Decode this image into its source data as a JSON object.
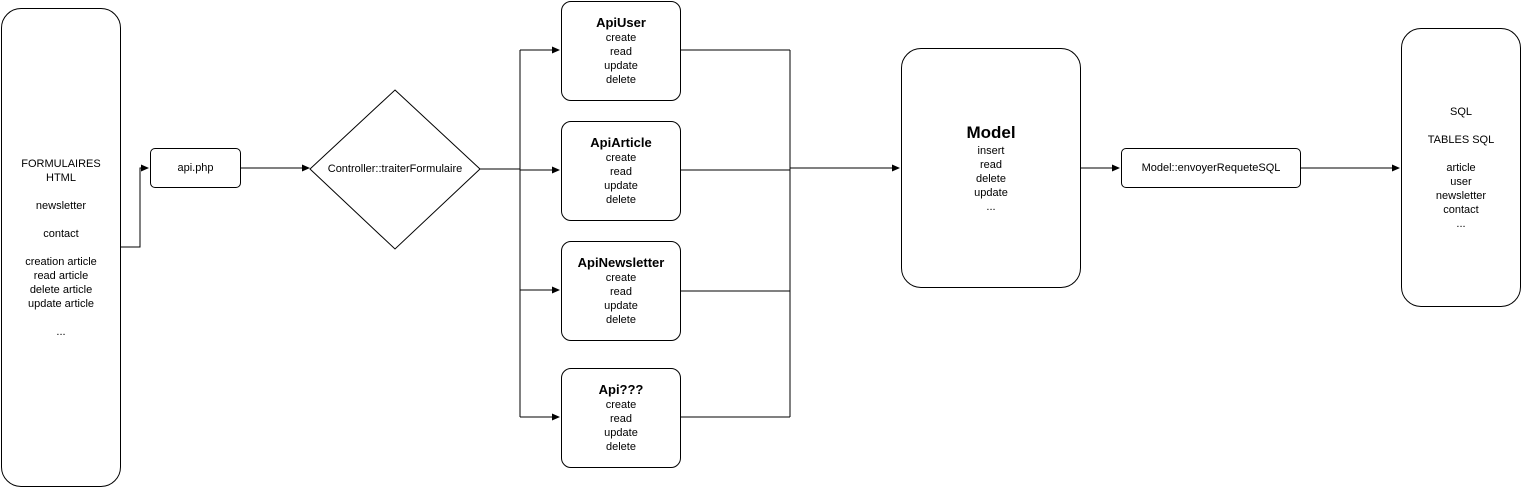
{
  "formulaires": {
    "lines": [
      "FORMULAIRES",
      "HTML",
      "",
      "newsletter",
      "",
      "contact",
      "",
      "creation article",
      "read article",
      "delete article",
      "update article",
      "",
      "..."
    ]
  },
  "api_php": {
    "label": "api.php"
  },
  "controller": {
    "label": "Controller::traiterFormulaire"
  },
  "api_boxes": [
    {
      "title": "ApiUser",
      "items": [
        "create",
        "read",
        "update",
        "delete"
      ]
    },
    {
      "title": "ApiArticle",
      "items": [
        "create",
        "read",
        "update",
        "delete"
      ]
    },
    {
      "title": "ApiNewsletter",
      "items": [
        "create",
        "read",
        "update",
        "delete"
      ]
    },
    {
      "title": "Api???",
      "items": [
        "create",
        "read",
        "update",
        "delete"
      ]
    }
  ],
  "model": {
    "title": "Model",
    "items": [
      "insert",
      "read",
      "delete",
      "update",
      "..."
    ]
  },
  "model_sql": {
    "label": "Model::envoyerRequeteSQL"
  },
  "sql": {
    "lines": [
      "SQL",
      "",
      "TABLES SQL",
      "",
      "article",
      "user",
      "newsletter",
      "contact",
      "..."
    ]
  }
}
